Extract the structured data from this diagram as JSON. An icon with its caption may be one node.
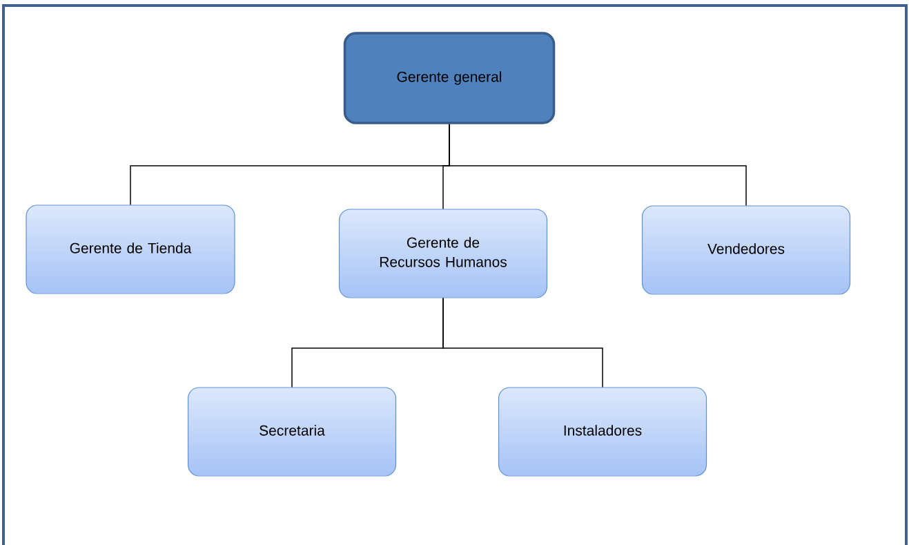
{
  "diagram": {
    "nodes": [
      {
        "text": [
          "Gerente general"
        ]
      },
      {
        "text": [
          "Gerente de Tienda"
        ]
      },
      {
        "text": [
          "Gerente de Recursos Humanos"
        ]
      },
      {
        "text": [
          "Vendedores"
        ]
      },
      {
        "text": [
          "Secretaria"
        ]
      },
      {
        "text": [
          "Instaladores"
        ]
      }
    ],
    "edges": [
      {
        "from": 0,
        "to": 1,
        "arrow": "none"
      },
      {
        "from": 0,
        "to": 2,
        "arrow": "none"
      },
      {
        "from": 0,
        "to": 3,
        "arrow": "none"
      },
      {
        "from": 2,
        "to": 4,
        "arrow": "none"
      },
      {
        "from": 2,
        "to": 5,
        "arrow": "none"
      }
    ]
  }
}
